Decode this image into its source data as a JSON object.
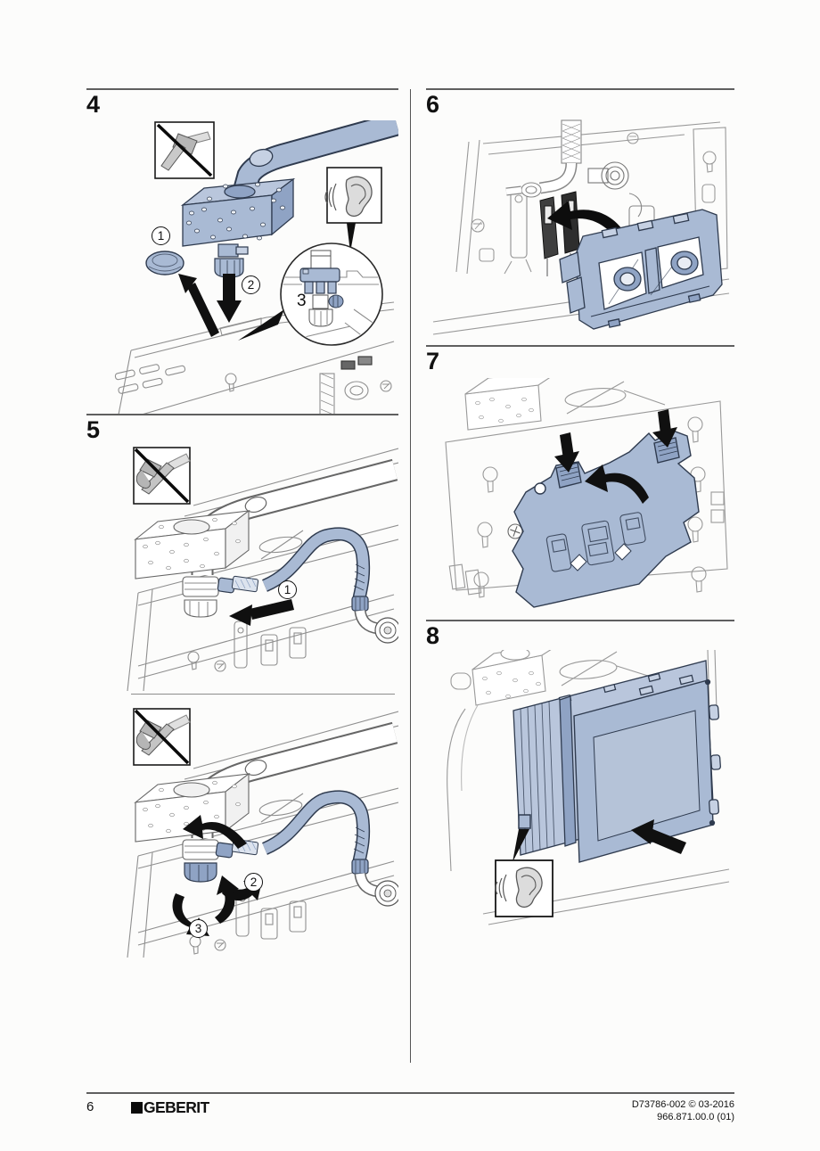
{
  "figures": {
    "fig4": {
      "label": "4",
      "callout_1": "1",
      "callout_2": "2",
      "callout_3": "3"
    },
    "fig5": {
      "label": "5",
      "sub_a_callout_1": "1",
      "sub_b_callout_2": "2",
      "sub_b_callout_3": "3"
    },
    "fig6": {
      "label": "6"
    },
    "fig7": {
      "label": "7"
    },
    "fig8": {
      "label": "8"
    }
  },
  "icons": {
    "fig4_prohibition": "no-hammer-icon",
    "fig5a_prohibition": "no-pipe-wrench-icon",
    "fig5b_prohibition": "no-pipe-wrench-icon",
    "fig4_listen": "listen-ear-icon",
    "fig8_listen": "listen-ear-icon"
  },
  "footer": {
    "page_number": "6",
    "brand": "GEBERIT",
    "doc_code": "D73786-002 © 03-2016",
    "version_code": "966.871.00.0 (01)"
  },
  "colors": {
    "part_blue": "#a9bad4",
    "part_blue_light": "#c6d1e3",
    "part_blue_dark": "#8fa3c4",
    "outline_blue": "#2f3b4f",
    "line_art_gray": "#8f8f8f",
    "arrow_black": "#101010",
    "rule_gray": "#5f5f5f"
  }
}
